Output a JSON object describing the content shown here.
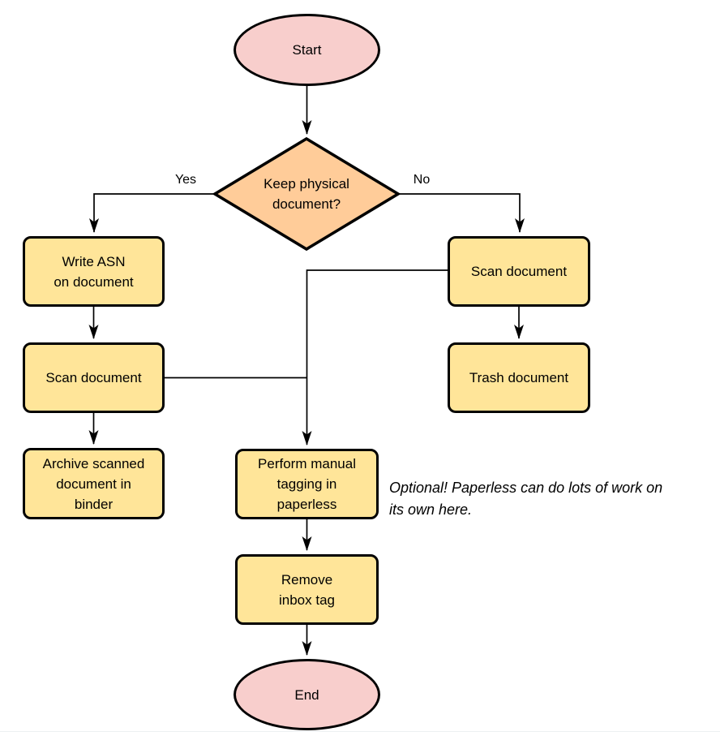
{
  "diagram": {
    "type": "flowchart",
    "background": "#ffffff",
    "colors": {
      "terminal_fill": "#f8cecc",
      "decision_fill": "#ffcc99",
      "process_fill": "#ffe599",
      "stroke": "#000000",
      "text": "#000000",
      "background": "#ffffff",
      "footer_line": "#edf0f2"
    },
    "nodes": {
      "start": {
        "label": "Start",
        "type": "terminal"
      },
      "decision": {
        "label": "Keep physical\ndocument?",
        "type": "decision"
      },
      "write_asn": {
        "label": "Write ASN\non document",
        "type": "process"
      },
      "scan_left": {
        "label": "Scan document",
        "type": "process"
      },
      "archive": {
        "label": "Archive scanned\ndocument in\nbinder",
        "type": "process"
      },
      "scan_right": {
        "label": "Scan document",
        "type": "process"
      },
      "trash": {
        "label": "Trash document",
        "type": "process"
      },
      "tagging": {
        "label": "Perform manual\ntagging in\npaperless",
        "type": "process"
      },
      "remove_inbox": {
        "label": "Remove\ninbox tag",
        "type": "process"
      },
      "end": {
        "label": "End",
        "type": "terminal"
      }
    },
    "edge_labels": {
      "yes": "Yes",
      "no": "No"
    },
    "annotation": "Optional! Paperless can do lots of work on\nits own here."
  }
}
